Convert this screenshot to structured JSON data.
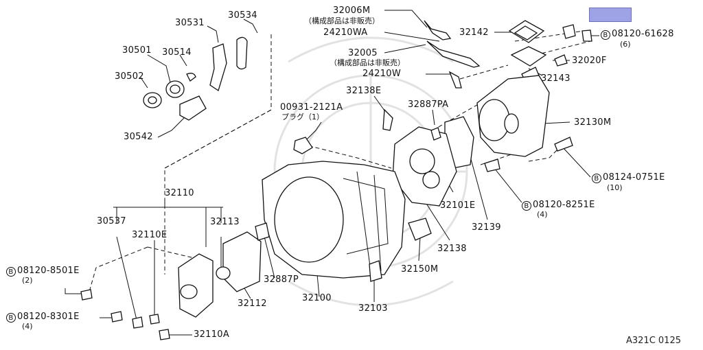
{
  "diagram_ref": "A321C 0125",
  "labels": {
    "p30534": "30534",
    "p30531": "30531",
    "p30501": "30501",
    "p30514": "30514",
    "p30502": "30502",
    "p30542": "30542",
    "p32006M": "32006M",
    "p32006M_sub": "（構成部品は非販売）",
    "p24210WA": "24210WA",
    "p32005": "32005",
    "p32005_sub": "（構成部品は非販売）",
    "p24210W": "24210W",
    "p32142": "32142",
    "p08120_61628": "08120-61628",
    "p08120_61628_qty": "(6)",
    "p32020F": "32020F",
    "p32143": "32143",
    "p32138E": "32138E",
    "p32887PA": "32887PA",
    "p00931": "00931-2121A",
    "p00931_sub": "プラグ（1）",
    "p32130M": "32130M",
    "p08124_0751E": "08124-0751E",
    "p08124_0751E_qty": "(10)",
    "p32110": "32110",
    "p32101E": "32101E",
    "p08120_8251E": "08120-8251E",
    "p08120_8251E_qty": "(4)",
    "p30537": "30537",
    "p32113": "32113",
    "p32110E": "32110E",
    "p32139": "32139",
    "p32138": "32138",
    "p08120_8501E": "08120-8501E",
    "p08120_8501E_qty": "(2)",
    "p32887P": "32887P",
    "p32150M": "32150M",
    "p32112": "32112",
    "p32100": "32100",
    "p32103": "32103",
    "p08120_8301E": "08120-8301E",
    "p08120_8301E_qty": "(4)",
    "p32110A": "32110A",
    "bolt_symbol": "B"
  },
  "highlight": {
    "color": "#9ea3e6"
  }
}
